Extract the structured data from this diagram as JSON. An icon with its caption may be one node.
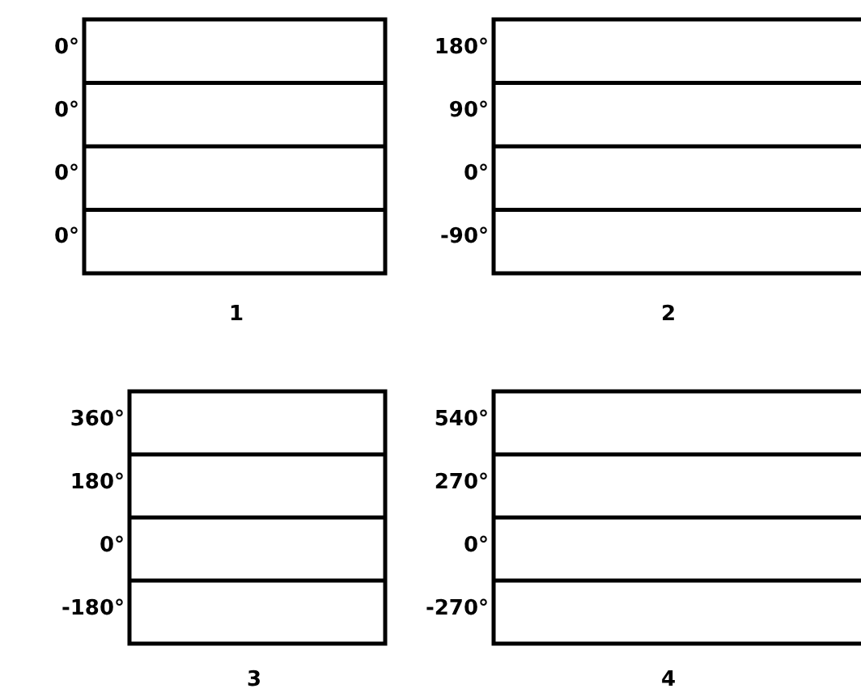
{
  "diagram": {
    "labels": [
      "0°",
      "0°",
      "0°",
      "0°",
      "1",
      "180°",
      "90°",
      "0°",
      "-90°",
      "2",
      "360°",
      "180°",
      "0°",
      "-180°",
      "3",
      "540°",
      "270°",
      "0°",
      "-270°",
      "4"
    ]
  }
}
